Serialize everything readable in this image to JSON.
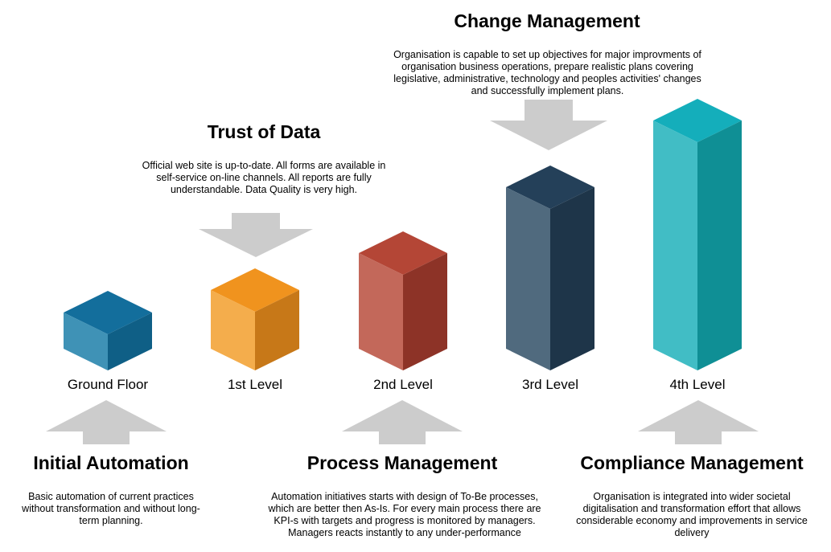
{
  "levels": [
    {
      "label": "Ground Floor",
      "colors": {
        "top": "#136e9c",
        "left": "#3f92b6",
        "right": "#0f5f86"
      }
    },
    {
      "label": "1st Level",
      "colors": {
        "top": "#f0931e",
        "left": "#f4ad4c",
        "right": "#c77818"
      }
    },
    {
      "label": "2nd Level",
      "colors": {
        "top": "#b44636",
        "left": "#c3685a",
        "right": "#8d3327"
      }
    },
    {
      "label": "3rd Level",
      "colors": {
        "top": "#244059",
        "left": "#506a7e",
        "right": "#1e3549"
      }
    },
    {
      "label": "4th Level",
      "colors": {
        "top": "#14aebb",
        "left": "#41bdc5",
        "right": "#0f8f95"
      }
    }
  ],
  "stages": {
    "change_management": {
      "title": "Change Management",
      "description": "Organisation is capable to set up objectives for major improvments of organisation business operations, prepare realistic plans covering legislative, administrative, technology and peoples activities' changes and successfully implement plans."
    },
    "trust_of_data": {
      "title": "Trust of Data",
      "description": "Official web site is up-to-date. All forms are available in self-service on-line channels. All reports are fully understandable. Data Quality is very high."
    },
    "initial_automation": {
      "title": "Initial Automation",
      "description": "Basic automation of current practices without transformation and without long-term planning."
    },
    "process_management": {
      "title": "Process Management",
      "description": "Automation initiatives starts with design of To-Be processes, which are better then As-Is. For every main process there are KPI-s with targets and progress is monitored by managers. Managers reacts instantly to any under-performance"
    },
    "compliance_management": {
      "title": "Compliance Management",
      "description": "Organisation is integrated into wider societal digitalisation and transformation effort that allows considerable economy and improvements in service delivery"
    }
  },
  "arrow_color": "#cccccc"
}
